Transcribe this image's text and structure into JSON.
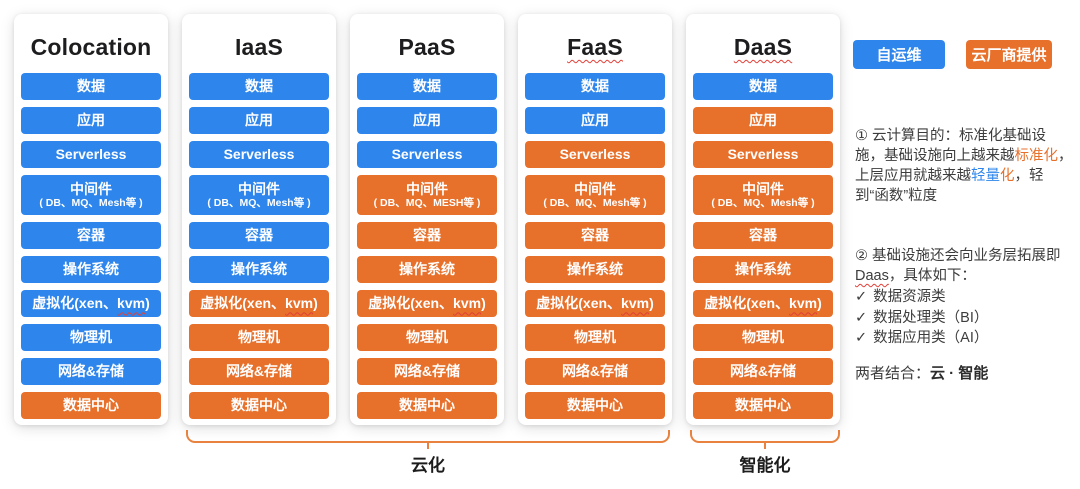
{
  "palette": {
    "self_blue": "#2e86ec",
    "cloud_orange": "#e7702b",
    "brace_orange": "#e8823e",
    "squiggle_red": "#e04038"
  },
  "legend": {
    "self_label": "自运维",
    "cloud_label": "云厂商提供"
  },
  "columns": [
    {
      "title": "Colocation",
      "title_misspelled": false,
      "rows": [
        {
          "label": "数据",
          "provider": "self"
        },
        {
          "label": "应用",
          "provider": "self"
        },
        {
          "label": "Serverless",
          "provider": "self"
        },
        {
          "label": "中间件",
          "sub": "( DB、MQ、Mesh等 )",
          "provider": "self"
        },
        {
          "label": "容器",
          "provider": "self"
        },
        {
          "label": "操作系统",
          "provider": "self"
        },
        {
          "label": "虚拟化(xen、kvm)",
          "squiggle": "kvm",
          "provider": "self"
        },
        {
          "label": "物理机",
          "provider": "self"
        },
        {
          "label": "网络&存储",
          "provider": "self"
        },
        {
          "label": "数据中心",
          "provider": "cloud"
        }
      ]
    },
    {
      "title": "IaaS",
      "title_misspelled": false,
      "rows": [
        {
          "label": "数据",
          "provider": "self"
        },
        {
          "label": "应用",
          "provider": "self"
        },
        {
          "label": "Serverless",
          "provider": "self"
        },
        {
          "label": "中间件",
          "sub": "( DB、MQ、Mesh等 )",
          "provider": "self"
        },
        {
          "label": "容器",
          "provider": "self"
        },
        {
          "label": "操作系统",
          "provider": "self"
        },
        {
          "label": "虚拟化(xen、kvm)",
          "squiggle": "kvm",
          "provider": "cloud"
        },
        {
          "label": "物理机",
          "provider": "cloud"
        },
        {
          "label": "网络&存储",
          "provider": "cloud"
        },
        {
          "label": "数据中心",
          "provider": "cloud"
        }
      ]
    },
    {
      "title": "PaaS",
      "title_misspelled": false,
      "rows": [
        {
          "label": "数据",
          "provider": "self"
        },
        {
          "label": "应用",
          "provider": "self"
        },
        {
          "label": "Serverless",
          "provider": "self"
        },
        {
          "label": "中间件",
          "sub": "( DB、MQ、MESH等 )",
          "provider": "cloud"
        },
        {
          "label": "容器",
          "provider": "cloud"
        },
        {
          "label": "操作系统",
          "provider": "cloud"
        },
        {
          "label": "虚拟化(xen、kvm)",
          "squiggle": "kvm",
          "provider": "cloud"
        },
        {
          "label": "物理机",
          "provider": "cloud"
        },
        {
          "label": "网络&存储",
          "provider": "cloud"
        },
        {
          "label": "数据中心",
          "provider": "cloud"
        }
      ]
    },
    {
      "title": "FaaS",
      "title_misspelled": true,
      "rows": [
        {
          "label": "数据",
          "provider": "self"
        },
        {
          "label": "应用",
          "provider": "self"
        },
        {
          "label": "Serverless",
          "provider": "cloud"
        },
        {
          "label": "中间件",
          "sub": "( DB、MQ、Mesh等 )",
          "provider": "cloud"
        },
        {
          "label": "容器",
          "provider": "cloud"
        },
        {
          "label": "操作系统",
          "provider": "cloud"
        },
        {
          "label": "虚拟化(xen、kvm)",
          "squiggle": "kvm",
          "provider": "cloud"
        },
        {
          "label": "物理机",
          "provider": "cloud"
        },
        {
          "label": "网络&存储",
          "provider": "cloud"
        },
        {
          "label": "数据中心",
          "provider": "cloud"
        }
      ]
    },
    {
      "title": "DaaS",
      "title_misspelled": true,
      "rows": [
        {
          "label": "数据",
          "provider": "self"
        },
        {
          "label": "应用",
          "provider": "cloud"
        },
        {
          "label": "Serverless",
          "provider": "cloud"
        },
        {
          "label": "中间件",
          "sub": "( DB、MQ、Mesh等 )",
          "provider": "cloud"
        },
        {
          "label": "容器",
          "provider": "cloud"
        },
        {
          "label": "操作系统",
          "provider": "cloud"
        },
        {
          "label": "虚拟化(xen、kvm)",
          "squiggle": "kvm",
          "provider": "cloud"
        },
        {
          "label": "物理机",
          "provider": "cloud"
        },
        {
          "label": "网络&存储",
          "provider": "cloud"
        },
        {
          "label": "数据中心",
          "provider": "cloud"
        }
      ]
    }
  ],
  "notes": {
    "note1_segments": [
      {
        "t": "① 云计算目的：标准化基础设施，基础设施向上越来越"
      },
      {
        "t": "标准化",
        "c": "orange"
      },
      {
        "t": "，上层应用就越来越"
      },
      {
        "t": "轻量",
        "c": "blue"
      },
      {
        "t": "化",
        "c": "orange"
      },
      {
        "t": "，轻到“函数”粒度"
      }
    ],
    "note2_segments": [
      {
        "t": "② 基础设施还会向业务层拓展即"
      },
      {
        "t": "Daas",
        "sq": true
      },
      {
        "t": "，具体如下："
      }
    ],
    "checklist_marker": "✓",
    "checklist": [
      "数据资源类",
      "数据处理类（BI）",
      "数据应用类（AI）"
    ],
    "footer_segments": [
      {
        "t": "两者结合："
      },
      {
        "t": "云 · 智能",
        "b": true
      }
    ]
  },
  "braces": [
    {
      "label": "云化"
    },
    {
      "label": "智能化"
    }
  ]
}
